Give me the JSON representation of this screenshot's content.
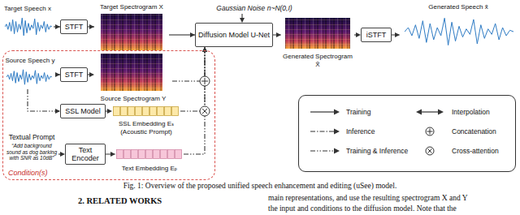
{
  "diagram": {
    "caption": "Fig. 1: Overview of the proposed unified speech enhancement and editing (uSee) model.",
    "nodes": [
      {
        "text": [
          "Target Speech x"
        ]
      },
      {
        "text": [
          "STFT"
        ]
      },
      {
        "text": [
          "Target Spectrogram X"
        ]
      },
      {
        "text": [
          "Gaussian Noise n~N(0,I)"
        ]
      },
      {
        "text": [
          "Diffusion Model U-Net"
        ]
      },
      {
        "text": [
          "Generated Spectrogram X̂"
        ]
      },
      {
        "text": [
          "iSTFT"
        ]
      },
      {
        "text": [
          "Generated Speech x̂"
        ]
      },
      {
        "text": [
          "Condition(s)"
        ]
      },
      {
        "text": [
          "Source Speech y"
        ],
        "in": 8
      },
      {
        "text": [
          "STFT"
        ],
        "in": 8
      },
      {
        "text": [
          "Source Spectrogram Y"
        ],
        "in": 8
      },
      {
        "text": [
          "SSL Model"
        ],
        "in": 8
      },
      {
        "text": [
          "SSL Embedding Eₛ (Acoustic Prompt)"
        ],
        "in": 8
      },
      {
        "text": [
          "Textual Prompt",
          "“Add background sound as dog barking with SNR as 10dB”"
        ],
        "in": 8
      },
      {
        "text": [
          "Text Encoder"
        ],
        "in": 8
      },
      {
        "text": [
          "Text Embedding Eₚ"
        ],
        "in": 8
      }
    ],
    "edges": [
      {
        "from": 0,
        "to": 1,
        "arrow": "to"
      },
      {
        "from": 1,
        "to": 2,
        "arrow": "to"
      },
      {
        "from": 2,
        "to": 4,
        "arrow": "to"
      },
      {
        "from": 3,
        "to": 4,
        "arrow": "to"
      },
      {
        "from": 4,
        "to": 5,
        "arrow": "to"
      },
      {
        "from": 5,
        "to": 6,
        "arrow": "to"
      },
      {
        "from": 6,
        "to": 7,
        "arrow": "to"
      },
      {
        "from": 9,
        "to": 10,
        "arrow": "to"
      },
      {
        "from": 10,
        "to": 11,
        "arrow": "to"
      },
      {
        "from": 11,
        "to": 4,
        "arrow": "to"
      },
      {
        "from": 9,
        "to": 12,
        "arrow": "to"
      },
      {
        "from": 12,
        "to": 13,
        "arrow": "to"
      },
      {
        "from": 13,
        "to": 4,
        "arrow": "to"
      },
      {
        "from": 14,
        "to": 15,
        "arrow": "to"
      },
      {
        "from": 15,
        "to": 16,
        "arrow": "to"
      },
      {
        "from": 16,
        "to": 4,
        "arrow": "to"
      }
    ],
    "labels": [
      "2. RELATED WORKS",
      "main representations, and use the resulting spectrogram X and Y",
      "the input and conditions to the diffusion model. Note that the"
    ],
    "legend": [
      {
        "text": "Training"
      },
      {
        "text": "Inference"
      },
      {
        "text": "Training & Inference"
      },
      {
        "text": "Interpolation"
      },
      {
        "text": "Concatenation"
      },
      {
        "text": "Cross-attention"
      }
    ]
  }
}
